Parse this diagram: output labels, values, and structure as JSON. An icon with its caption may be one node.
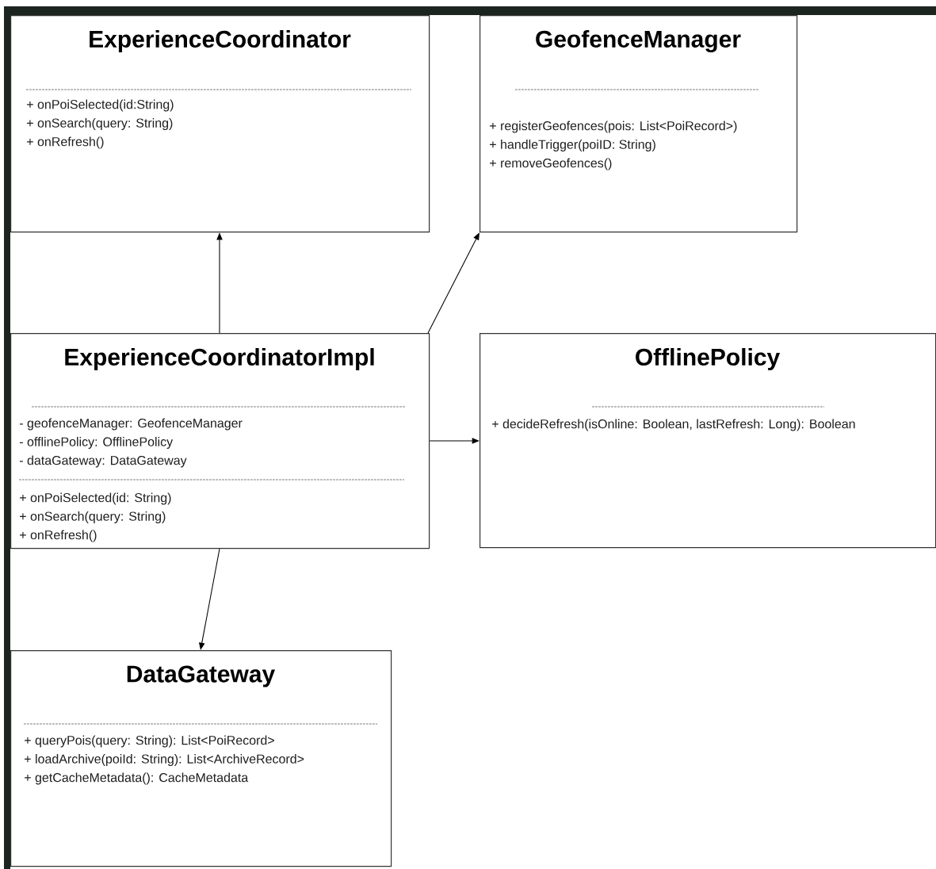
{
  "diagram": {
    "nodes": [
      {
        "text": [
          "ExperienceCoordinator",
          "+ onPoiSelected(id:String)",
          "+ onSearch(query: String)",
          "+ onRefresh()"
        ]
      },
      {
        "text": [
          "GeofenceManager",
          "+ registerGeofences(pois: List<PoiRecord>)",
          "+ handleTrigger(poiID: String)",
          "+ removeGeofences()"
        ]
      },
      {
        "text": [
          "ExperienceCoordinatorImpl",
          "- geofenceManager: GeofenceManager",
          "- offlinePolicy: OfflinePolicy",
          "- dataGateway: DataGateway",
          "+ onPoiSelected(id: String)",
          "+ onSearch(query: String)",
          "+ onRefresh()"
        ]
      },
      {
        "text": [
          "OfflinePolicy",
          "+ decideRefresh(isOnline: Boolean, lastRefresh: Long): Boolean"
        ]
      },
      {
        "text": [
          "DataGateway",
          "+ queryPois(query: String): List<PoiRecord>",
          "+ loadArchive(poiId: String): List<ArchiveRecord>",
          "+ getCacheMetadata(): CacheMetadata"
        ]
      }
    ],
    "edges": [
      {
        "from": 2,
        "to": 0,
        "arrow": "to"
      },
      {
        "from": 2,
        "to": 1,
        "arrow": "to"
      },
      {
        "from": 2,
        "to": 3,
        "arrow": "to"
      },
      {
        "from": 2,
        "to": 4,
        "arrow": "to"
      }
    ]
  }
}
